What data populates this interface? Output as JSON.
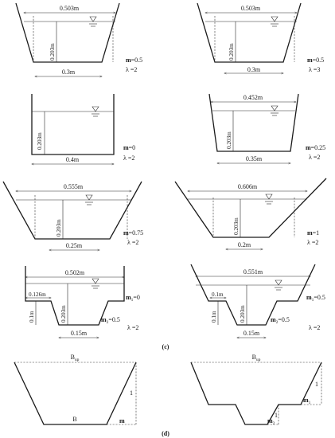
{
  "panels": [
    {
      "top_width": "0.503m",
      "depth": "0.203m",
      "bottom_width": "0.3m",
      "m": "=0.5",
      "lambda": "λ =2"
    },
    {
      "top_width": "0.503m",
      "depth": "0.203m",
      "bottom_width": "0.3m",
      "m": "=0.5",
      "lambda": "λ =3"
    },
    {
      "top_width": "",
      "depth": "0.203m",
      "bottom_width": "0.4m",
      "m": "=0",
      "lambda": "λ =2"
    },
    {
      "top_width": "0.452m",
      "depth": "0.203m",
      "bottom_width": "0.35m",
      "m": "=0.25",
      "lambda": "λ =2"
    },
    {
      "top_width": "0.555m",
      "depth": "0.203m",
      "bottom_width": "0.25m",
      "m": "=0.75",
      "lambda": "λ =2"
    },
    {
      "top_width": "0.606m",
      "depth": "0.203m",
      "bottom_width": "0.2m",
      "m": "=1",
      "lambda": "λ =2"
    },
    {
      "top_width": "0.502m",
      "depth": "0.203m",
      "bottom_width": "0.15m",
      "berm_width": "0.126m",
      "berm_depth": "0.1m",
      "m1": "=0",
      "m2": "=0.5",
      "lambda": "λ =2"
    },
    {
      "top_width": "0.551m",
      "depth": "0.203m",
      "bottom_width": "0.15m",
      "berm_width": "0.1m",
      "berm_depth": "0.1m",
      "m1": "=0.5",
      "m2": "=0.5",
      "lambda": "λ =2"
    }
  ],
  "labels": {
    "m": "m",
    "m1": "m",
    "m1_sub": "1",
    "m2": "m",
    "m2_sub": "2",
    "section_c": "(c)",
    "section_d": "(d)"
  },
  "schematics": {
    "b_up": "B",
    "b_up_sub": "up",
    "b": "B",
    "one": "1",
    "m": "m",
    "m1": "m",
    "m1_sub": "1",
    "m2": "m",
    "m2_sub": "2",
    "one_a": "1",
    "one_b": "1"
  }
}
